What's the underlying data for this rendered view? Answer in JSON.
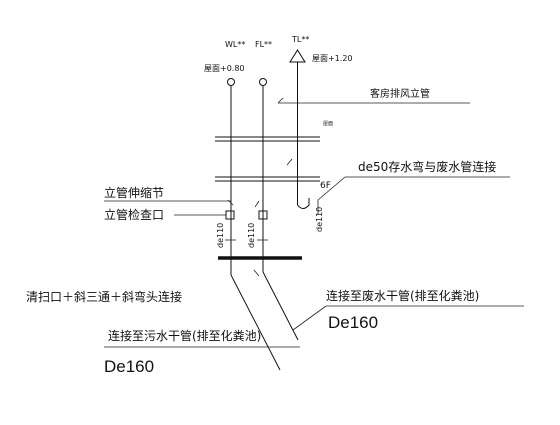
{
  "pipes": {
    "wl": {
      "tag": "WL**",
      "elevation": "屋面+0.80"
    },
    "fl": {
      "tag": "FL**",
      "elevation": ""
    },
    "tl": {
      "tag": "TL**",
      "elevation": "屋面+1.20"
    }
  },
  "labels": {
    "guest_room_exhaust": "客房排风立管",
    "roof_small": "屋面",
    "de50_note": "de50存水弯与废水管连接",
    "floor_6f": "6F",
    "riser_expansion": "立管伸缩节",
    "riser_inspection": "立管检查口",
    "de110_a": "de110",
    "de110_b": "de110",
    "de110_c": "de110",
    "cleanout": "清扫口＋斜三通＋斜弯头连接",
    "waste_main": "连接至废水干管(排至化粪池)",
    "waste_de": "De160",
    "sewage_main": "连接至污水干管(排至化粪池)",
    "sewage_de": "De160"
  }
}
